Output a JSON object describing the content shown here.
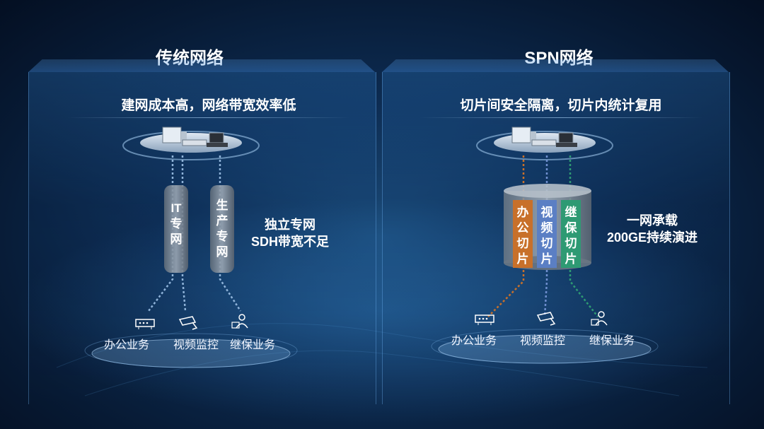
{
  "left": {
    "title": "传统网络",
    "subtitle": "建网成本高，网络带宽效率低",
    "pipes": [
      {
        "label": "IT专网",
        "lines": [
          "IT",
          "专",
          "网"
        ]
      },
      {
        "label": "生产专网",
        "lines": [
          "生",
          "产",
          "专",
          "网"
        ]
      }
    ],
    "note": {
      "line1": "独立专网",
      "line2": "SDH带宽不足"
    },
    "services": [
      "办公业务",
      "视频监控",
      "继保业务"
    ]
  },
  "right": {
    "title": "SPN网络",
    "subtitle": "切片间安全隔离，切片内统计复用",
    "slices": [
      {
        "label": "办公切片",
        "lines": [
          "办",
          "公",
          "切",
          "片"
        ],
        "color": "#c8702a"
      },
      {
        "label": "视频切片",
        "lines": [
          "视",
          "频",
          "切",
          "片"
        ],
        "color": "#5b7fc4"
      },
      {
        "label": "继保切片",
        "lines": [
          "继",
          "保",
          "切",
          "片"
        ],
        "color": "#2e9a73"
      }
    ],
    "note": {
      "line1": "一网承载",
      "line2": "200GE持续演进"
    },
    "services": [
      "办公业务",
      "视频监控",
      "继保业务"
    ]
  },
  "icons": [
    "server-icon",
    "switch-icon",
    "computer-icon",
    "router-icon",
    "camera-icon",
    "person-computer-icon"
  ],
  "colors": {
    "accent_line": "#8fb3d9",
    "slice_orange": "#c8702a",
    "slice_blue": "#5b7fc4",
    "slice_green": "#2e9a73"
  }
}
